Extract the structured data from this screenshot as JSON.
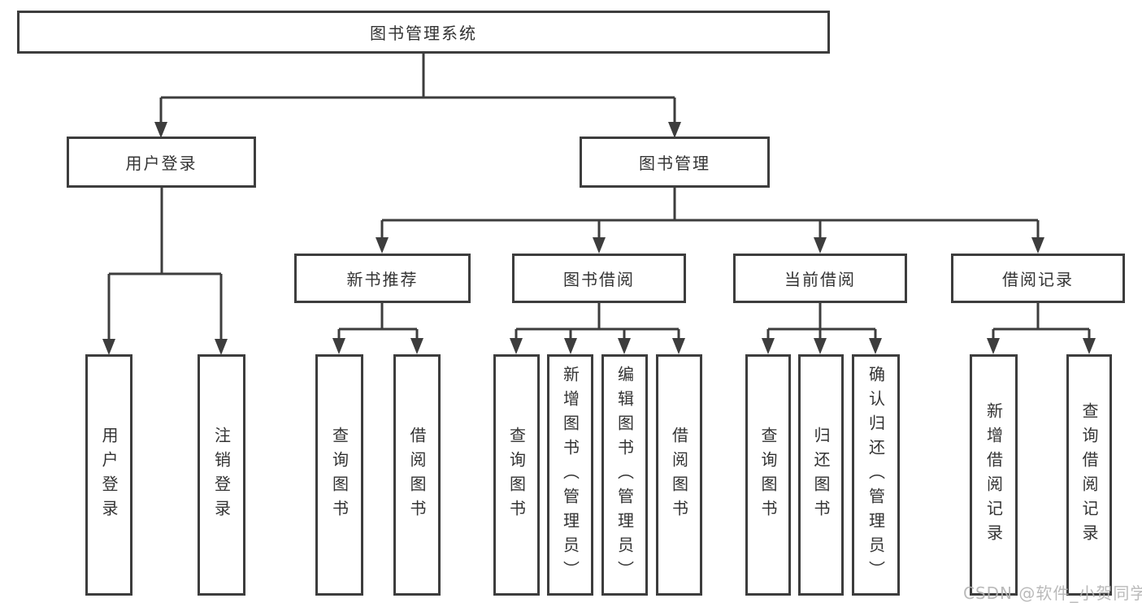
{
  "diagram": {
    "type": "hierarchy-tree",
    "tree": {
      "label": "图书管理系统",
      "children": [
        {
          "label": "用户登录",
          "children": [
            {
              "label": "用户登录"
            },
            {
              "label": "注销登录"
            }
          ]
        },
        {
          "label": "图书管理",
          "children": [
            {
              "label": "新书推荐",
              "children": [
                {
                  "label": "查询图书"
                },
                {
                  "label": "借阅图书"
                }
              ]
            },
            {
              "label": "图书借阅",
              "children": [
                {
                  "label": "查询图书"
                },
                {
                  "label": "新增图书（管理员）"
                },
                {
                  "label": "编辑图书（管理员）"
                },
                {
                  "label": "借阅图书"
                }
              ]
            },
            {
              "label": "当前借阅",
              "children": [
                {
                  "label": "查询图书"
                },
                {
                  "label": "归还图书"
                },
                {
                  "label": "确认归还（管理员）"
                }
              ]
            },
            {
              "label": "借阅记录",
              "children": [
                {
                  "label": "新增借阅记录"
                },
                {
                  "label": "查询借阅记录"
                }
              ]
            }
          ]
        }
      ]
    }
  },
  "watermark": {
    "text": "CSDN @软件_小贺同学"
  },
  "colors": {
    "line": "#3d3d3d",
    "box_border": "#3d3d3d",
    "text": "#333333",
    "watermark": "#b3b3b3",
    "background": "#ffffff"
  }
}
